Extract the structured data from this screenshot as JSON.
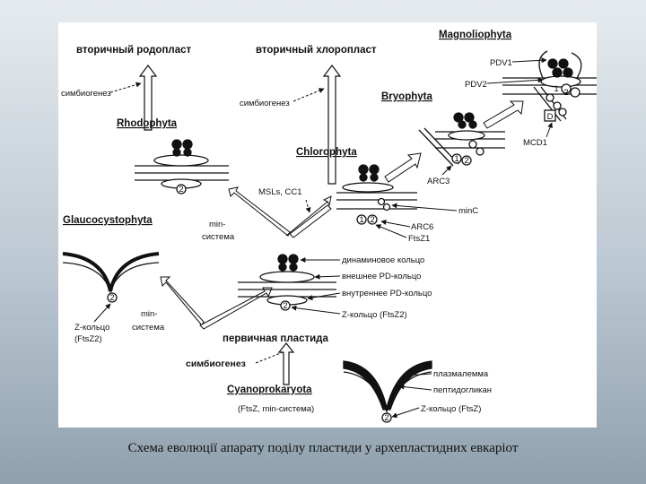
{
  "caption": "Схема еволюції апарату поділу пластиди у архепластидних евкаріот",
  "colors": {
    "background_top": "#e6ebef",
    "background_bottom": "#8fa1ae",
    "panel": "#ffffff",
    "ink": "#111111"
  },
  "diagram": {
    "taxa": {
      "magnoliophyta": "Magnoliophyta",
      "bryophyta": "Bryophyta",
      "rhodophyta": "Rhodophyta",
      "chlorophyta": "Chlorophyta",
      "glaucocystophyta": "Glaucocystophyta",
      "cyanoprokaryota": "Cyanoprokaryota"
    },
    "plastids": {
      "secondary_rhodoplast": "вторичный родопласт",
      "secondary_chloroplast": "вторичный хлоропласт",
      "primary_plastid": "первичная пластида"
    },
    "labels": {
      "symbiogenesis_left": "симбиогенез",
      "symbiogenesis_mid": "симбиогенез",
      "symbiogenesis_bottom": "симбиогенез",
      "pdv1": "PDV1",
      "pdv2": "PDV2",
      "mcd1": "MCD1",
      "arc3": "ARC3",
      "arc6": "ARC6",
      "minc": "minC",
      "ftsz1": "FtsZ1",
      "msl_cc1": "MSLs, CC1",
      "min_system_upper_1": "min-",
      "min_system_upper_2": "система",
      "min_system_lower_1": "min-",
      "min_system_lower_2": "система",
      "dynamin_ring": "динаминовое кольцо",
      "outer_pd_ring": "внешнее PD-кольцо",
      "inner_pd_ring": "внутреннее PD-кольцо",
      "z_ring_ftsz2": "Z-кольцо (FtsZ2)",
      "glauco_z_ring_1": "Z-кольцо",
      "glauco_z_ring_2": "(FtsZ2)",
      "cyano_proteins": "(FtsZ, min-система)",
      "plasmalemma": "плазмалемма",
      "peptidoglycan": "пептидогликан",
      "cyano_z_ring": "Z-кольцо (FtsZ)"
    },
    "markers": {
      "n1": "1",
      "n2": "2",
      "d": "D"
    }
  }
}
